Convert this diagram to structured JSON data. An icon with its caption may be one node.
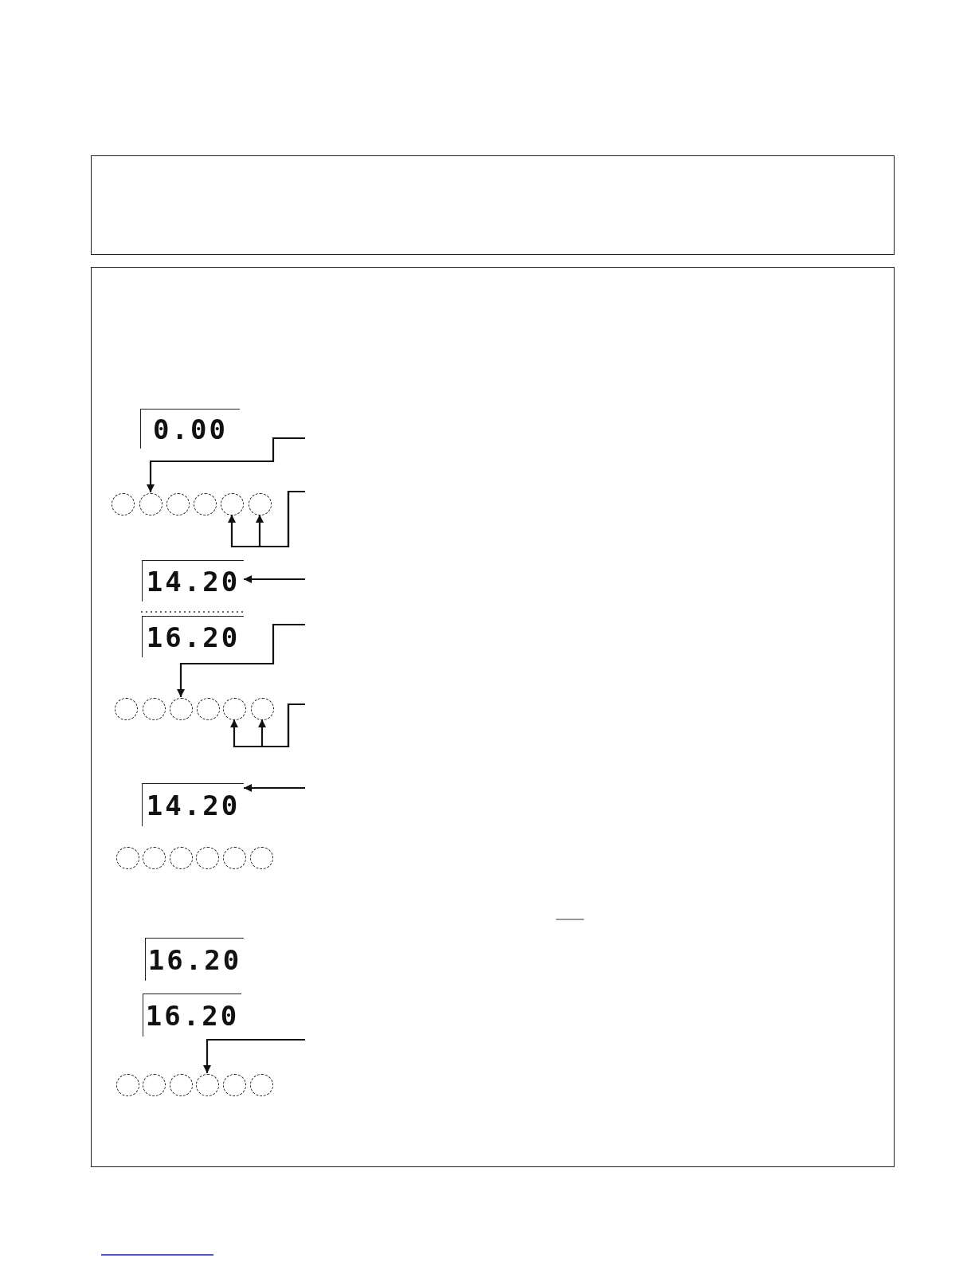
{
  "diagram": {
    "nodes": [
      {
        "text": [],
        "shape": "box"
      },
      {
        "text": [],
        "shape": "box"
      },
      {
        "text": [
          "0.00"
        ],
        "in": 1
      },
      {
        "text": [],
        "shape": "circle",
        "in": 1
      },
      {
        "text": [],
        "shape": "circle",
        "in": 1
      },
      {
        "text": [],
        "shape": "circle",
        "in": 1
      },
      {
        "text": [],
        "shape": "circle",
        "in": 1
      },
      {
        "text": [],
        "shape": "circle",
        "in": 1
      },
      {
        "text": [],
        "shape": "circle",
        "in": 1
      },
      {
        "text": [
          "14.20"
        ],
        "in": 1
      },
      {
        "text": [
          "16.20"
        ],
        "in": 1
      },
      {
        "text": [],
        "shape": "circle",
        "in": 1
      },
      {
        "text": [],
        "shape": "circle",
        "in": 1
      },
      {
        "text": [],
        "shape": "circle",
        "in": 1
      },
      {
        "text": [],
        "shape": "circle",
        "in": 1
      },
      {
        "text": [],
        "shape": "circle",
        "in": 1
      },
      {
        "text": [],
        "shape": "circle",
        "in": 1
      },
      {
        "text": [
          "14.20"
        ],
        "in": 1
      },
      {
        "text": [],
        "shape": "circle",
        "in": 1
      },
      {
        "text": [],
        "shape": "circle",
        "in": 1
      },
      {
        "text": [],
        "shape": "circle",
        "in": 1
      },
      {
        "text": [],
        "shape": "circle",
        "in": 1
      },
      {
        "text": [],
        "shape": "circle",
        "in": 1
      },
      {
        "text": [],
        "shape": "circle",
        "in": 1
      },
      {
        "text": [
          "16.20"
        ],
        "in": 1
      },
      {
        "text": [
          "16.20"
        ],
        "in": 1
      },
      {
        "text": [],
        "shape": "circle",
        "in": 1
      },
      {
        "text": [],
        "shape": "circle",
        "in": 1
      },
      {
        "text": [],
        "shape": "circle",
        "in": 1
      },
      {
        "text": [],
        "shape": "circle",
        "in": 1
      },
      {
        "text": [],
        "shape": "circle",
        "in": 1
      },
      {
        "text": [],
        "shape": "circle",
        "in": 1
      }
    ],
    "edges": [
      {
        "from": null,
        "to": 4,
        "arrow": "to"
      },
      {
        "from": null,
        "to": 7,
        "arrow": "to"
      },
      {
        "from": null,
        "to": 8,
        "arrow": "to"
      },
      {
        "from": null,
        "to": 9,
        "arrow": "to"
      },
      {
        "from": null,
        "to": 13,
        "arrow": "to"
      },
      {
        "from": null,
        "to": 15,
        "arrow": "to"
      },
      {
        "from": null,
        "to": 16,
        "arrow": "to"
      },
      {
        "from": null,
        "to": 17,
        "arrow": "to"
      },
      {
        "from": null,
        "to": 29,
        "arrow": "to"
      }
    ]
  }
}
